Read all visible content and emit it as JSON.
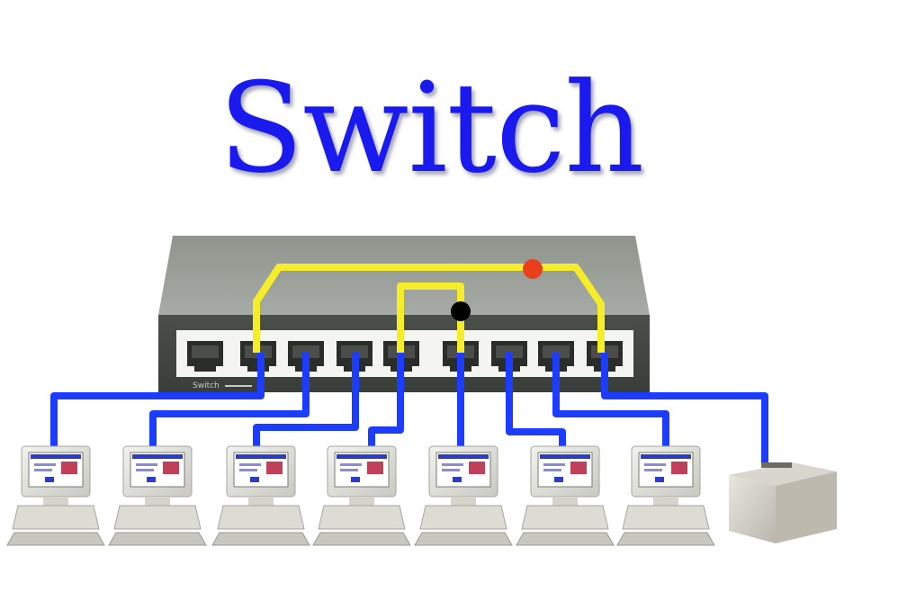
{
  "title": "Switch",
  "switch_label": "Switch",
  "colors": {
    "title": "#1a1aee",
    "cable": "#1c3cff",
    "active_path": "#f5ec2a",
    "signal_dot": "#e8401c",
    "junction_dot": "#000000",
    "switch_body": "#5a5f5a",
    "switch_top": "#9a9e98"
  },
  "devices": [
    {
      "type": "computer",
      "icon": "computer-icon"
    },
    {
      "type": "computer",
      "icon": "computer-icon"
    },
    {
      "type": "computer",
      "icon": "computer-icon"
    },
    {
      "type": "computer",
      "icon": "computer-icon"
    },
    {
      "type": "computer",
      "icon": "computer-icon"
    },
    {
      "type": "computer",
      "icon": "computer-icon"
    },
    {
      "type": "computer",
      "icon": "computer-icon"
    },
    {
      "type": "printer",
      "icon": "printer-icon"
    }
  ],
  "port_count": 9
}
